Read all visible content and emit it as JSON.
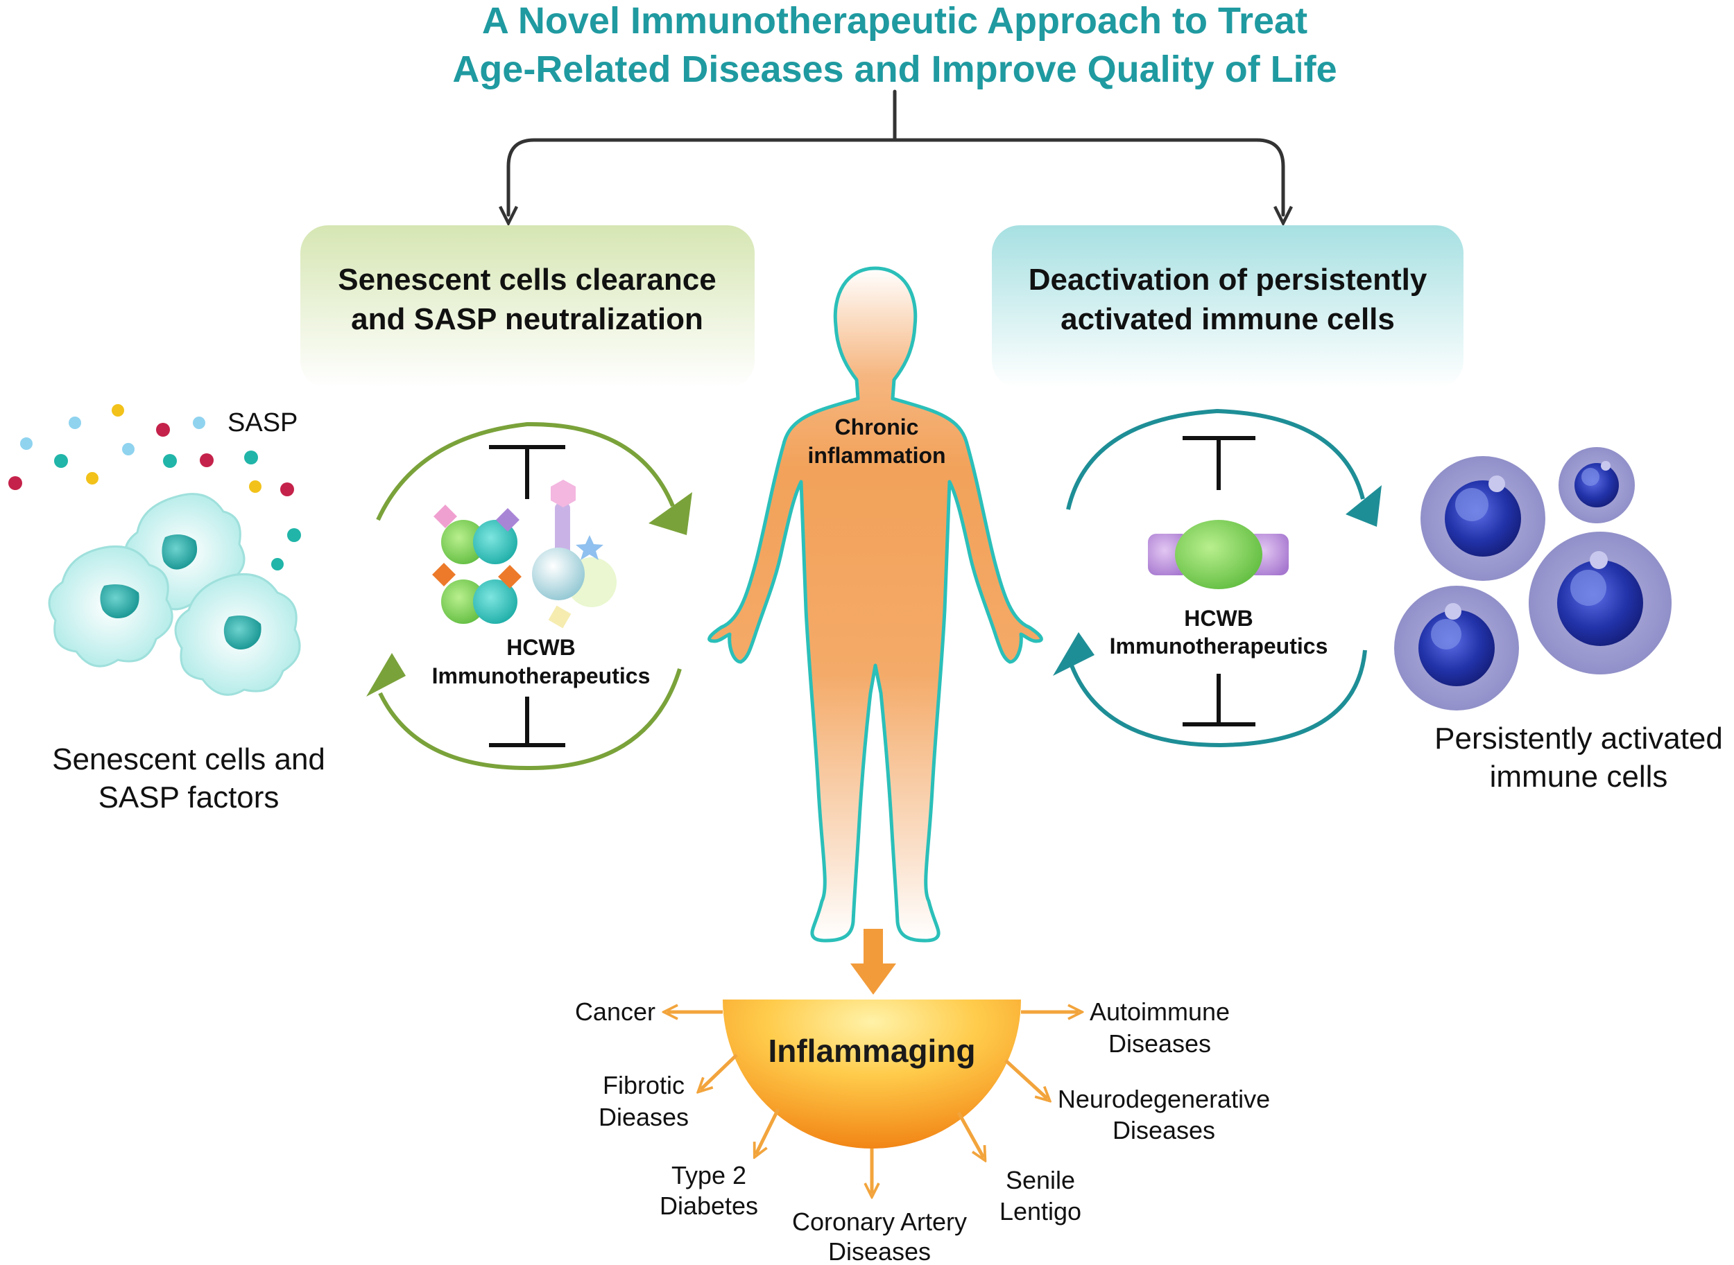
{
  "title": {
    "line1": "A Novel Immunotherapeutic Approach to Treat",
    "line2": "Age-Related Diseases and Improve Quality of Life"
  },
  "left_box": {
    "line1": "Senescent cells clearance",
    "line2": "and SASP neutralization"
  },
  "right_box": {
    "line1": "Deactivation of persistently",
    "line2": "activated immune cells"
  },
  "sasp_label": "SASP",
  "left_caption": {
    "line1": "Senescent cells and",
    "line2": "SASP factors"
  },
  "right_caption": {
    "line1": "Persistently activated",
    "line2": "immune cells"
  },
  "left_drug": {
    "line1": "HCWB",
    "line2": "Immunotherapeutics"
  },
  "right_drug": {
    "line1": "HCWB",
    "line2": "Immunotherapeutics"
  },
  "body_label": {
    "line1": "Chronic",
    "line2": "inflammation"
  },
  "center_label": "Inflammaging",
  "diseases": {
    "cancer": "Cancer",
    "fibrotic_1": "Fibrotic",
    "fibrotic_2": "Dieases",
    "diabetes_1": "Type 2",
    "diabetes_2": "Diabetes",
    "coronary_1": "Coronary Artery",
    "coronary_2": "Diseases",
    "senile_1": "Senile",
    "senile_2": "Lentigo",
    "neuro_1": "Neurodegenerative",
    "neuro_2": "Diseases",
    "auto_1": "Autoimmune",
    "auto_2": "Diseases"
  },
  "colors": {
    "title": "#1f9aa0",
    "green_arrow": "#7aa23a",
    "teal_arrow": "#1e8e96",
    "orange": "#f29b3a",
    "immune_cell": "#9b9ad0",
    "nucleus": "#1d2a9a"
  }
}
